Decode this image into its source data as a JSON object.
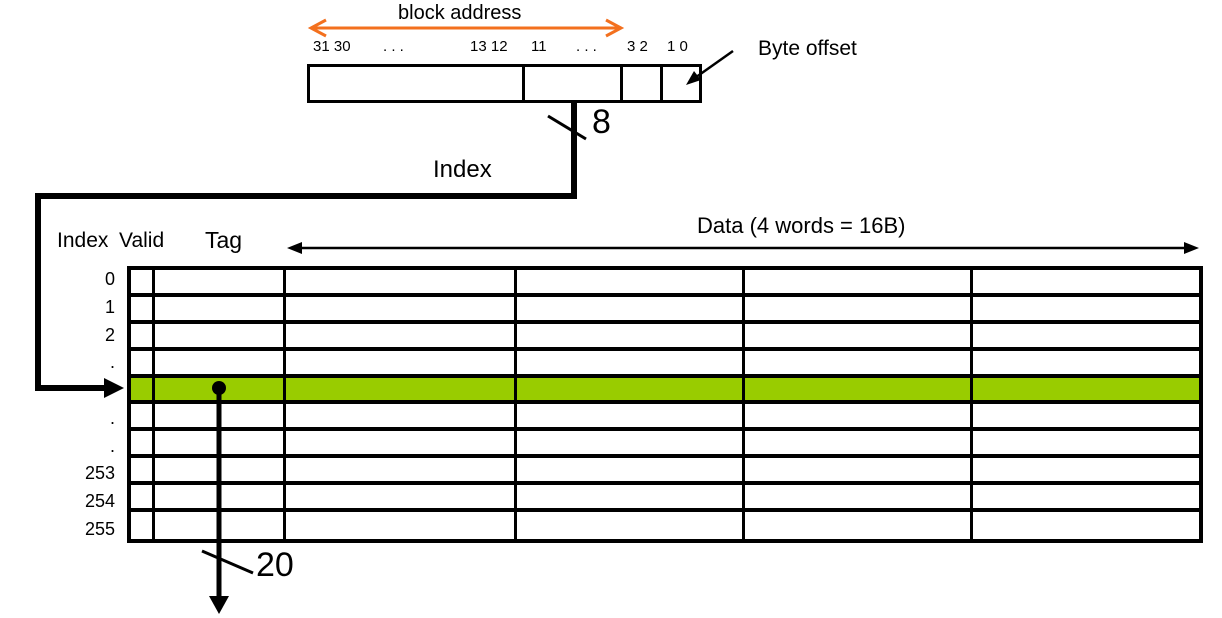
{
  "address": {
    "block_address_label": "block address",
    "bit_groups": [
      "31 30",
      ". . .",
      "13 12",
      "11",
      ". . .",
      "3 2",
      "1 0"
    ],
    "byte_offset_label": "Byte offset",
    "index_label": "Index",
    "index_bus_width": "8"
  },
  "cache_table": {
    "index_header": "Index",
    "valid_header": "Valid",
    "tag_header": "Tag",
    "data_header": "Data (4 words = 16B)",
    "row_labels": [
      "0",
      "1",
      "2",
      ".",
      "",
      ".",
      ".",
      "253",
      "254",
      "255"
    ],
    "highlighted_row": 4,
    "num_data_columns": 4,
    "tag_bus_width": "20"
  },
  "colors": {
    "highlight_green": "#99cc00",
    "arrow_orange": "#f3701e",
    "line_black": "#000000"
  }
}
